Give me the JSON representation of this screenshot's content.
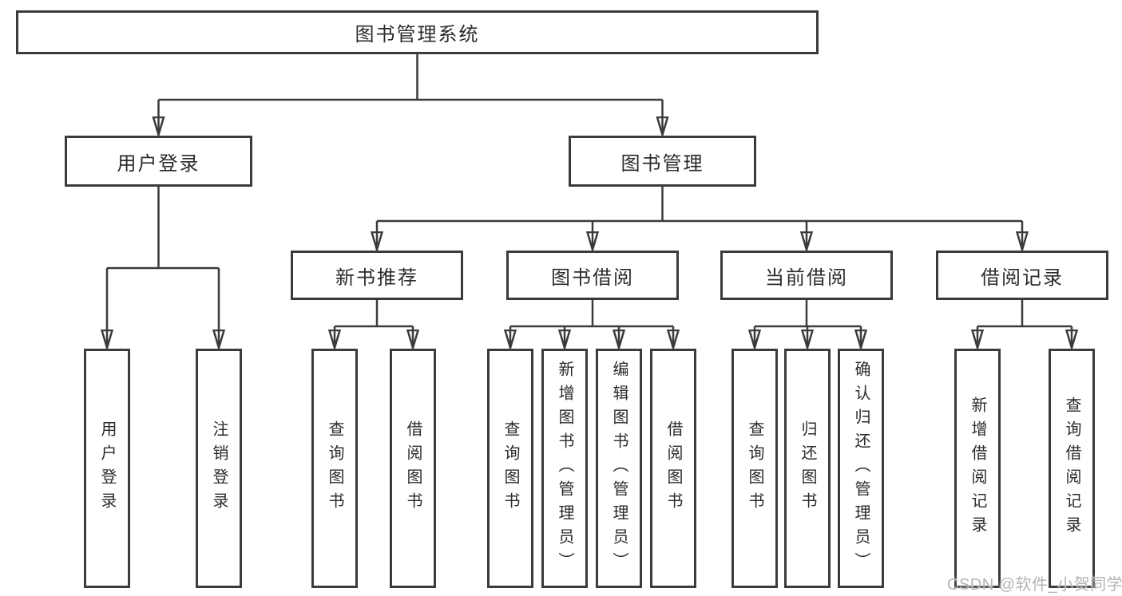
{
  "diagram": {
    "root": {
      "label": "图书管理系统"
    },
    "branches": [
      {
        "label": "用户登录",
        "children": [
          {
            "label": "用户登录"
          },
          {
            "label": "注销登录"
          }
        ]
      },
      {
        "label": "图书管理",
        "children": [
          {
            "label": "新书推荐",
            "children": [
              {
                "label": "查询图书"
              },
              {
                "label": "借阅图书"
              }
            ]
          },
          {
            "label": "图书借阅",
            "children": [
              {
                "label": "查询图书"
              },
              {
                "label": "新增图书（管理员）"
              },
              {
                "label": "编辑图书（管理员）"
              },
              {
                "label": "借阅图书"
              }
            ]
          },
          {
            "label": "当前借阅",
            "children": [
              {
                "label": "查询图书"
              },
              {
                "label": "归还图书"
              },
              {
                "label": "确认归还（管理员）"
              }
            ]
          },
          {
            "label": "借阅记录",
            "children": [
              {
                "label": "新增借阅记录"
              },
              {
                "label": "查询借阅记录"
              }
            ]
          }
        ]
      }
    ]
  },
  "watermark": {
    "text": "CSDN @软件_小贺同学"
  },
  "colors": {
    "line": "#3b3b3b",
    "box_border": "#3b3b3b",
    "text": "#2b2b2b",
    "watermark": "#b4b4b4",
    "background": "#ffffff"
  }
}
